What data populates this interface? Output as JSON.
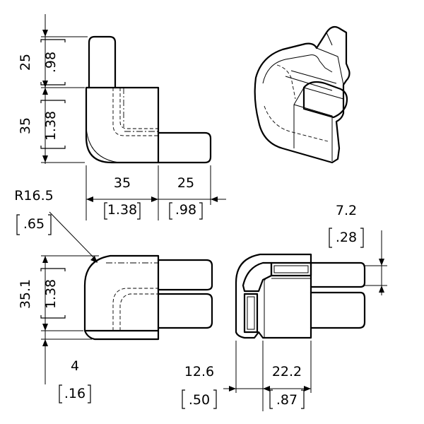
{
  "top_view": {
    "height_upper": "25",
    "height_upper_in": ".98",
    "height_lower": "35",
    "height_lower_in": "1.38",
    "width_body": "35",
    "width_body_in": "1.38",
    "width_arm": "25",
    "width_arm_in": ".98"
  },
  "front_view": {
    "radius": "R16.5",
    "radius_in": ".65",
    "height": "35.1",
    "height_in": "1.38",
    "base_offset": "4",
    "base_offset_in": ".16"
  },
  "section_view": {
    "slot": "7.2",
    "slot_in": ".28",
    "width_left": "12.6",
    "width_left_in": ".50",
    "width_right": "22.2",
    "width_right_in": ".87"
  }
}
